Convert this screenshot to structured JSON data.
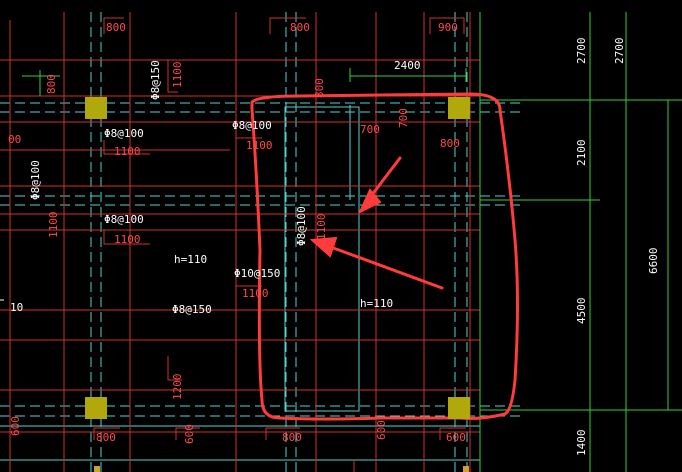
{
  "drawing": {
    "dimension_labels": {
      "d800_top_left": "800",
      "d800_top_mid": "800",
      "d900_top_right": "900",
      "d2400": "2400",
      "d800_vert_left": "800",
      "d1100_vert_top": "1100",
      "d800_vert_mid": "800",
      "d700": "700",
      "d700_vert": "700",
      "d800_right": "800",
      "d1100_a": "1100",
      "d1100_b": "1100",
      "d1100_c": "1100",
      "d1100_vert_left": "1100",
      "d1100_vert_mid": "1100",
      "d1100_lower": "1100",
      "d1200_vert": "1200",
      "d800_bottom_a": "800",
      "d600_bottom_b": "600",
      "d800_bottom_c": "800",
      "d600_vert_bottom": "600",
      "d600_bottom_right": "600",
      "d600_bottom_far": "600"
    },
    "rebar_labels": {
      "r1": "Φ8@150",
      "r2": "Φ8@100",
      "r3": "Φ8@100",
      "r4": "Φ8@100",
      "r5": "Φ8@100",
      "r6": "Φ8@100",
      "r7": "Φ10@150",
      "r8": "Φ8@150"
    },
    "thickness_labels": {
      "h1": "h=110",
      "h2": "h=110"
    },
    "right_dimensions": {
      "d2700_a": "2700",
      "d2700_b": "2700",
      "d2100": "2100",
      "d6600": "6600",
      "d4500": "4500",
      "d1400": "1400"
    },
    "left_edge_label": "10",
    "left_edge_label2": "00",
    "colors": {
      "background": "#000000",
      "grid_cyan": "#4fd3d3",
      "beam_red": "#d23030",
      "dimension_green": "#35d135",
      "text_white": "#ffffff",
      "column_yellow": "#b1a80c",
      "annotation_red": "#ff3b3b"
    }
  }
}
